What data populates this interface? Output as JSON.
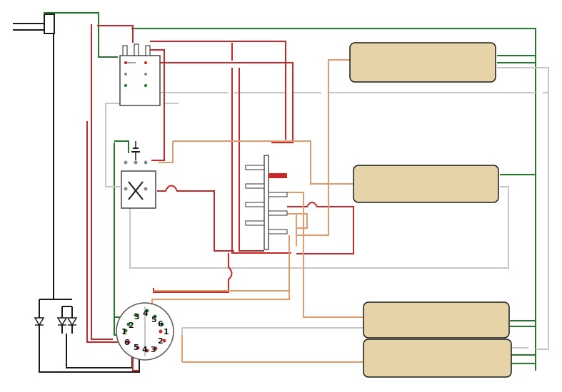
{
  "colors": {
    "hot_wire": "#c8282a",
    "ground_wire": "#22792a",
    "signal_wire": "#e59a6c",
    "shield_wire": "#c6c6c6",
    "black_wire": "#1a1a1a",
    "pickup_fill": "#e6d4a8"
  },
  "din_socket": {
    "left_pins": [
      "3",
      "4",
      "5",
      "2",
      "6",
      "1"
    ],
    "right_pins": [
      "1",
      "2",
      "3",
      "4",
      "5",
      "6"
    ]
  },
  "components": {
    "pickups": [
      "pickup-top",
      "pickup-middle",
      "pickup-bottom-a",
      "pickup-bottom-b"
    ],
    "switches": [
      "switch-upper",
      "switch-lower"
    ],
    "selector": "rotary-selector",
    "diodes": 3
  }
}
